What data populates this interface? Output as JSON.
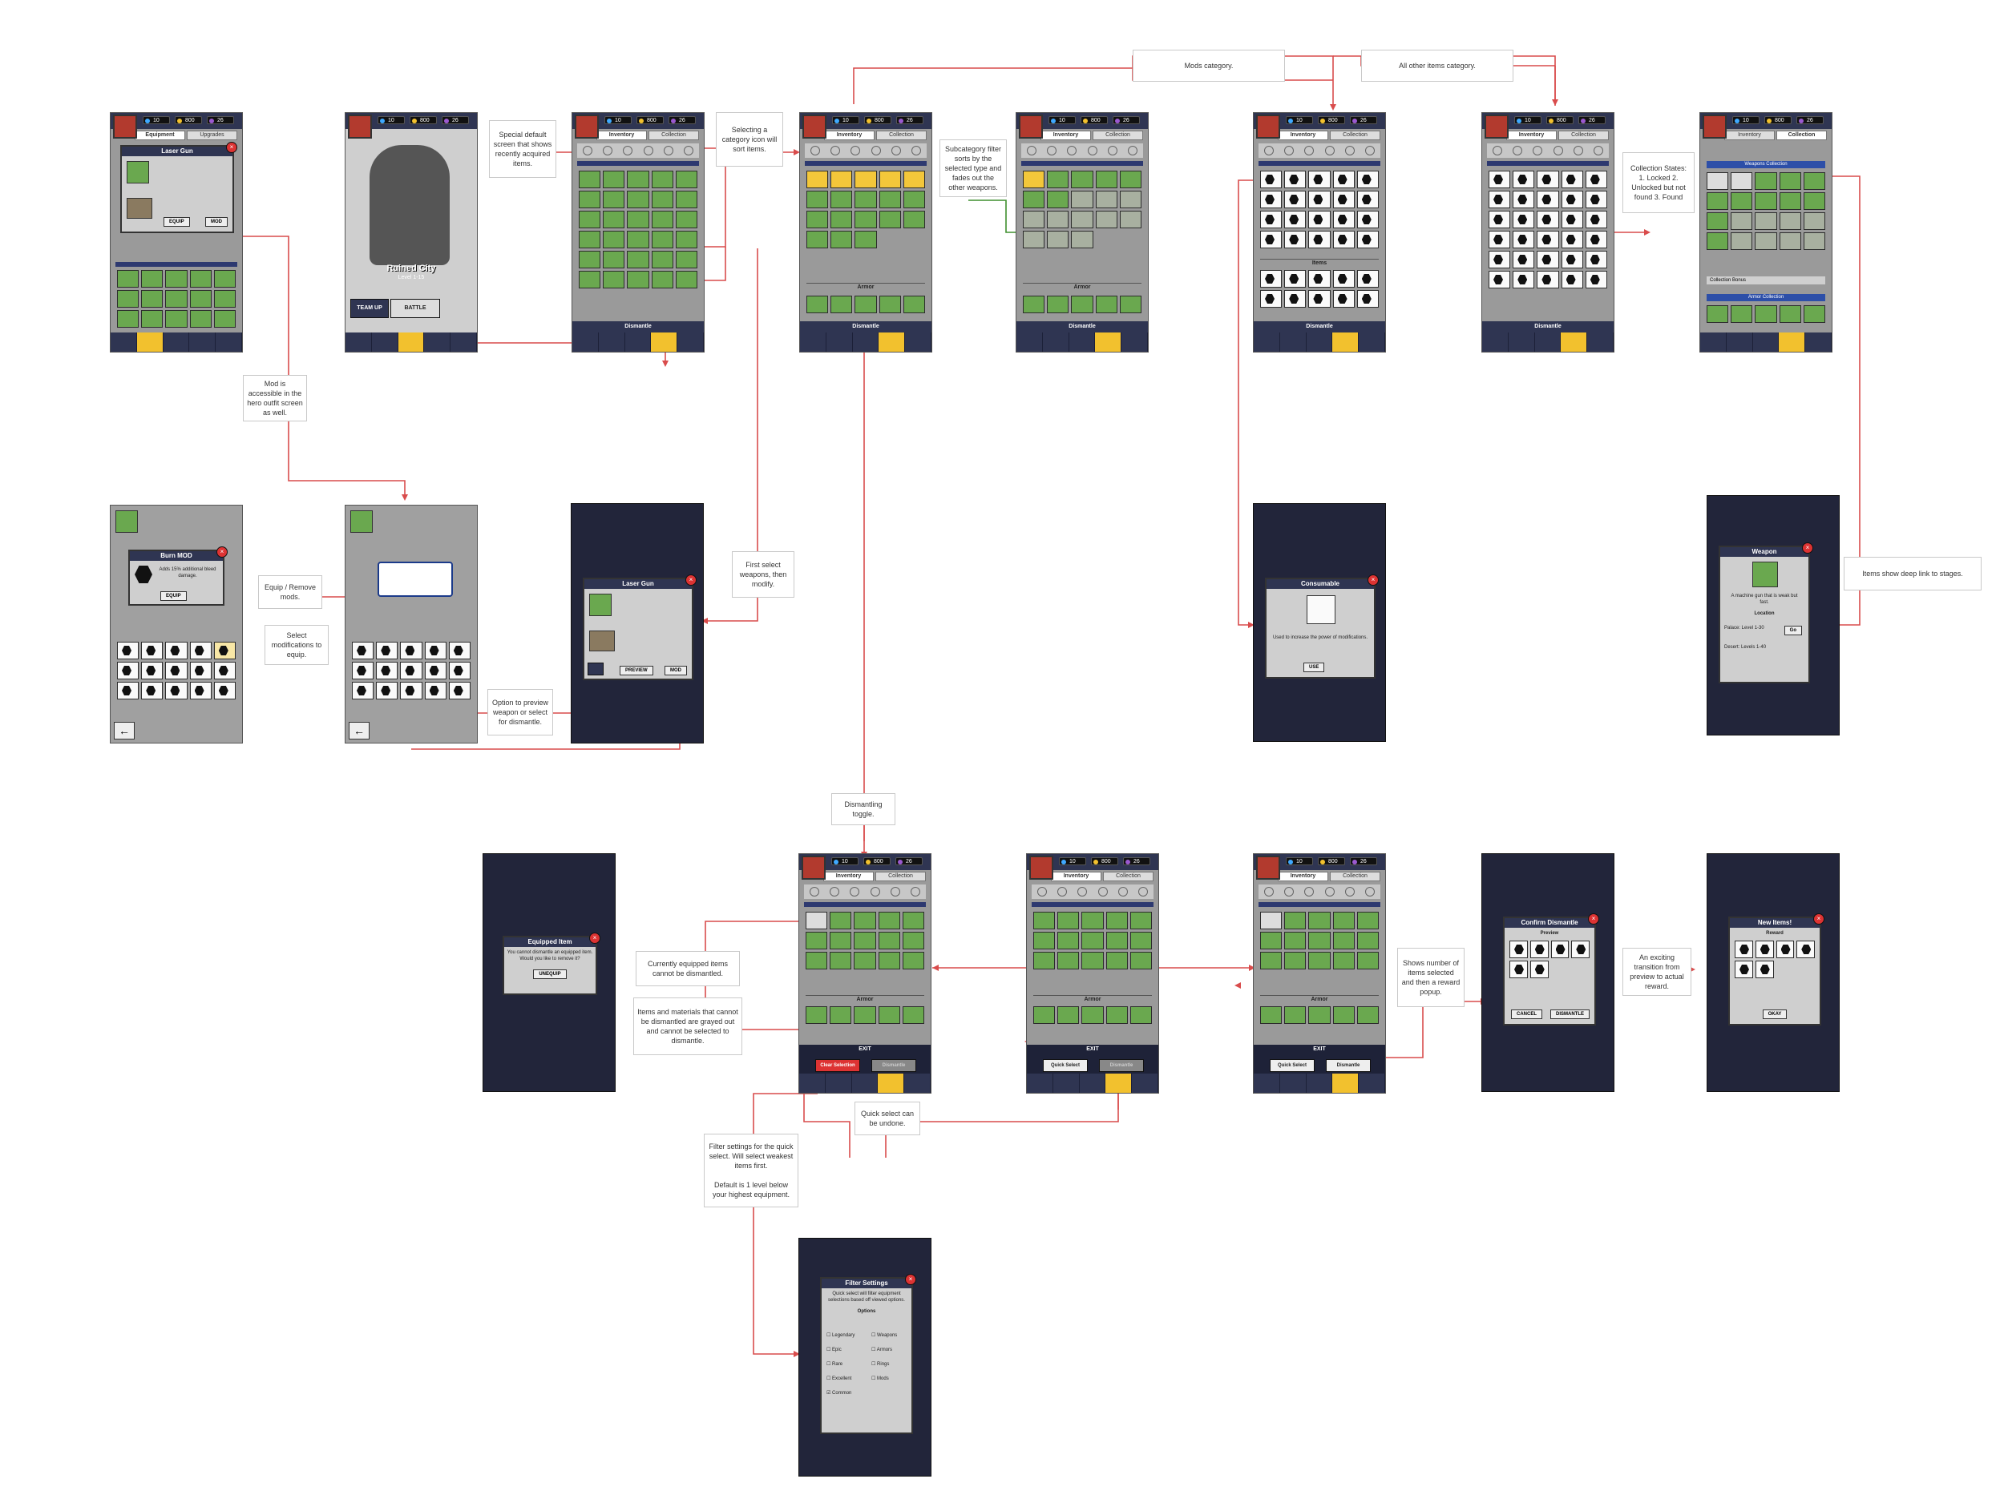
{
  "colors": {
    "connector": "#d94c4c",
    "highlight": "#3f8f2e",
    "navy": "#2f3552",
    "accent": "#f2c12e"
  },
  "hud": {
    "energy": "10",
    "gold": "800",
    "gems": "26"
  },
  "tabs": {
    "equipment": "Equipment",
    "upgrades": "Upgrades",
    "inventory": "Inventory",
    "collection": "Collection"
  },
  "notes": {
    "mods_category": "Mods category.",
    "all_other": "All other items category.",
    "special_default": "Special default screen that shows recently acquired items.",
    "selecting_category": "Selecting a category icon will sort items.",
    "subcategory": "Subcategory filter sorts by the selected type and fades out the other weapons.",
    "collection_states": "Collection States: 1. Locked 2. Unlocked but not found 3. Found",
    "mod_accessible": "Mod is accessible in the hero outfit screen as well.",
    "first_select": "First select weapons, then modify.",
    "equip_remove": "Equip / Remove mods.",
    "select_mods": "Select modifications to equip.",
    "option_preview": "Option to preview weapon or select for dismantle.",
    "deep_link": "Items show deep link to stages.",
    "dismantling_toggle": "Dismantling toggle.",
    "currently_equipped": "Currently equipped items cannot be dismantled.",
    "grayed_out": "Items and materials that cannot be dismantled are grayed out and cannot be selected to dismantle.",
    "quick_undone": "Quick select can be undone.",
    "shows_number": "Shows number of items selected and then a reward popup.",
    "exciting": "An exciting transition from preview to actual reward.",
    "filter_settings_note": "Filter settings for the quick select. Will select weakest items first.\n\nDefault is 1 level below your highest equipment."
  },
  "labels": {
    "laser_gun": "Laser Gun",
    "equip": "EQUIP",
    "mod": "MOD",
    "preview": "PREVIEW",
    "ruined_city": "Ruined City",
    "level": "Level 1-15",
    "team_up": "TEAM UP",
    "battle": "BATTLE",
    "burn_mod": "Burn MOD",
    "burn_text": "Adds 15% additional bleed damage.",
    "armor": "Armor",
    "items": "Items",
    "dismantle": "Dismantle",
    "consumable": "Consumable",
    "consumable_text": "Used to increase the power of modifications.",
    "use": "USE",
    "weapon": "Weapon",
    "weapon_text": "A machine gun that is weak but fast.",
    "location": "Location",
    "palace": "Palace: Level 1-30",
    "desert": "Desert: Levels 1-40",
    "go": "Go",
    "equipped_item": "Equipped Item",
    "equipped_text": "You cannot dismantle an equipped item. Would you like to remove it?",
    "unequip": "UNEQUIP",
    "exit": "EXIT",
    "clear_selection": "Clear Selection",
    "quick_select": "Quick Select",
    "confirm_dismantle": "Confirm Dismantle",
    "preview_label": "Preview",
    "cancel": "CANCEL",
    "dismantle_btn": "DISMANTLE",
    "new_items": "New Items!",
    "reward": "Reward",
    "okay": "OKAY",
    "filter_settings": "Filter Settings",
    "filter_text": "Quick select will filter equipment selections based off viewed options.",
    "options": "Options",
    "legendary": "Legendary",
    "epic": "Epic",
    "rare": "Rare",
    "excellent": "Excellent",
    "common": "Common",
    "weapons": "Weapons",
    "armors": "Armors",
    "rings": "Rings",
    "mods": "Mods",
    "weapons_collection": "Weapons Collection",
    "armor_collection": "Armor Collection",
    "collection_bonus": "Collection Bonus"
  }
}
